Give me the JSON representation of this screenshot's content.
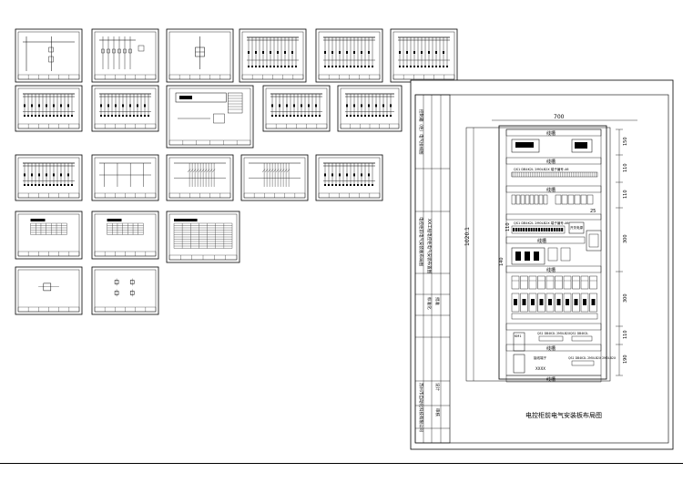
{
  "document": {
    "thumbnail_sheets": [
      {
        "kind": "schematic-main"
      },
      {
        "kind": "schematic-vertical"
      },
      {
        "kind": "schematic-single"
      },
      {
        "kind": "bus-circuits"
      },
      {
        "kind": "bus-circuits"
      },
      {
        "kind": "bus-circuits"
      },
      {
        "kind": "bus-circuits"
      },
      {
        "kind": "bus-circuits-left"
      },
      {
        "kind": "plc-module"
      },
      {
        "kind": "bus-circuits"
      },
      {
        "kind": "bus-circuits"
      },
      {
        "kind": "bus-circuits"
      },
      {
        "kind": "bus-sparse"
      },
      {
        "kind": "bus-diagonal"
      },
      {
        "kind": "bus-diagonal"
      },
      {
        "kind": "bus-circuits"
      },
      {
        "kind": "table"
      },
      {
        "kind": "table"
      },
      {
        "kind": "table-dense"
      },
      {
        "kind": "layout-small"
      },
      {
        "kind": "layout-small-quad"
      }
    ],
    "main_sheet": {
      "caption": "电控柜前电气安装板布局图",
      "title_block": {
        "columns": [
          [
            "控制箱（柜）电气接线图",
            "电控柜前电气安装板布局图",
            "图号",
            "比例"
          ],
          [
            "XX工程电控柜电气安装布置图",
            "设计",
            "审核",
            "日期"
          ],
          [
            "标准化",
            "批准",
            "共 张",
            "第 张"
          ],
          [
            "苏州市自动化科技有限公司",
            "版本",
            "张数",
            "页码"
          ]
        ]
      },
      "dimensions": {
        "width_top": "700",
        "height_total": "1020.1",
        "right_segments": [
          "150",
          "110",
          "110",
          "300",
          "300",
          "110",
          "190"
        ],
        "left_small": [
          "110",
          "140"
        ],
        "inner_25": "25"
      },
      "trunk_label": "线槽",
      "labels": {
        "terminal_strip": "QS1 DB4K2L 2M0LB2X 端子编号-46",
        "plc_terminal": "QS1 DB4K2L 2M0LB2X 端子编号-46",
        "power_box": "开关电源",
        "lower_label1": "QS1 DB4K2L 2M0LB2X",
        "lower_label2": "QS1 DB4K2L",
        "lower_label3": "QS1 DB4K2L 2M0LB2X 2M0LB2X",
        "lower_small": "接线端子",
        "lower_small2": "KM1",
        "xxx": "XXXX"
      }
    }
  }
}
